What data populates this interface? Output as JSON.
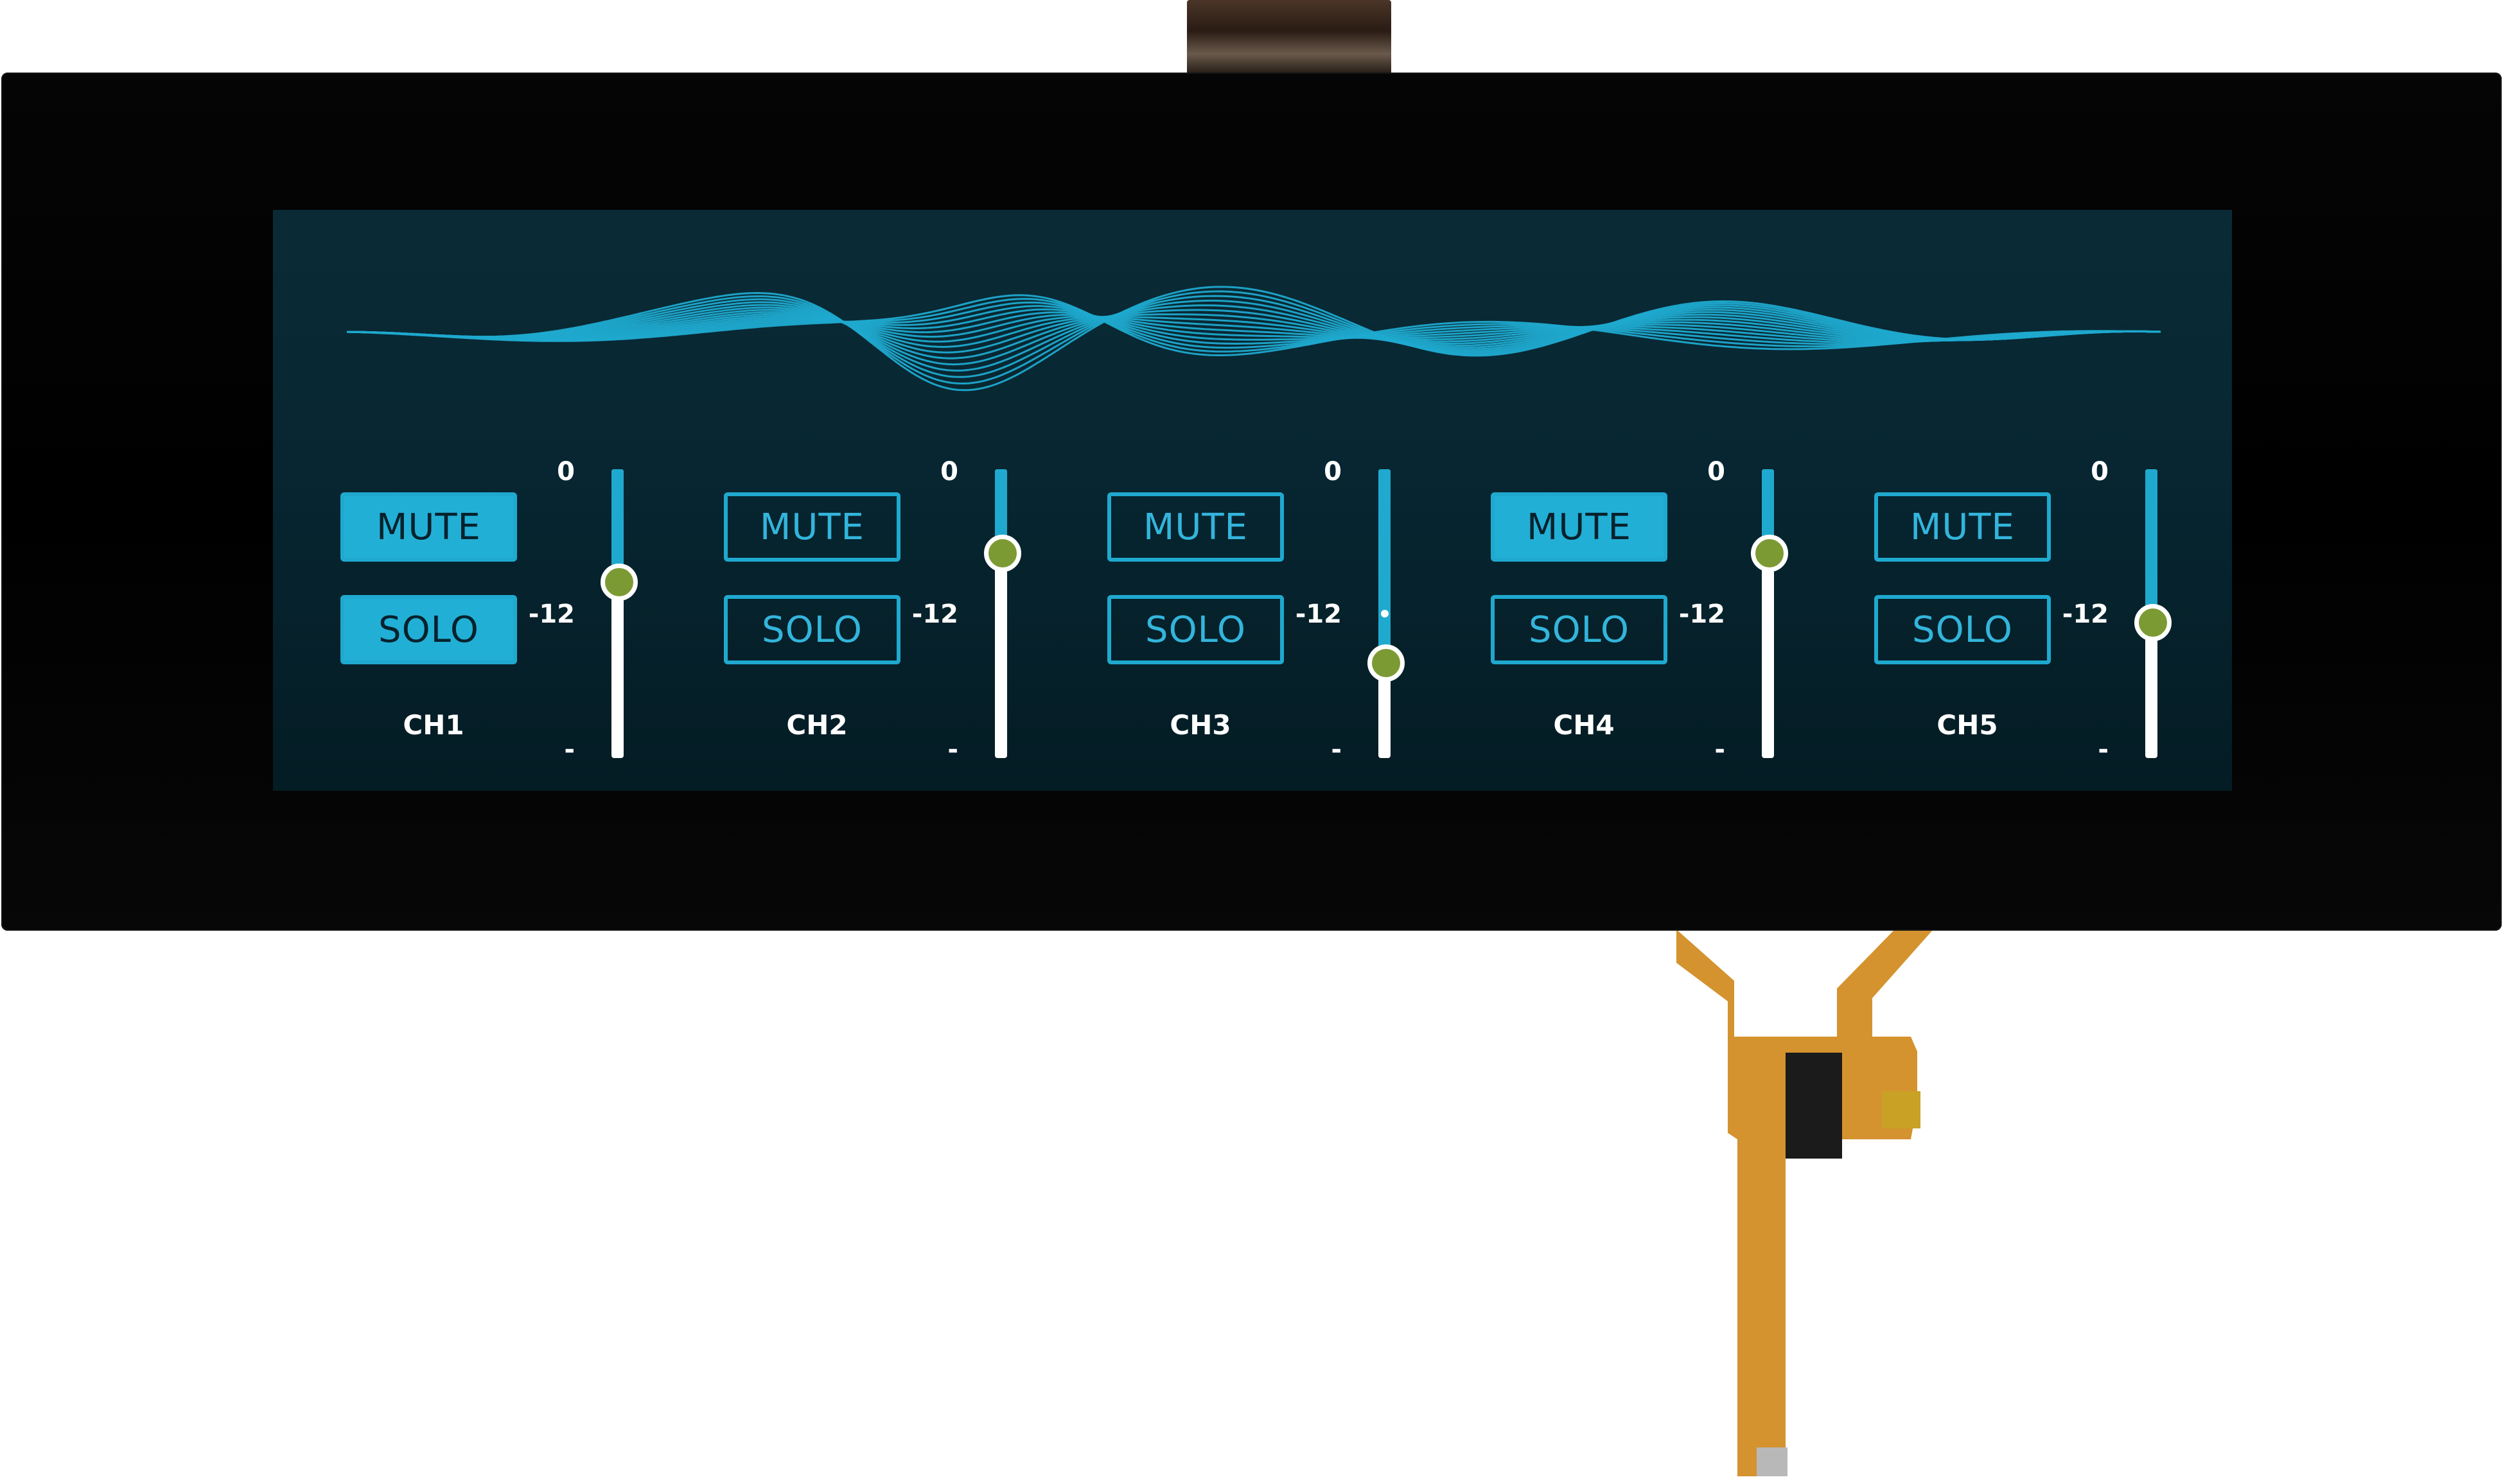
{
  "colors": {
    "accent": "#1fa9cf",
    "screen_bg": "#072631",
    "knob": "#7c9a33",
    "bezel": "#000000",
    "flex_cable": "#d08a1c"
  },
  "mixer": {
    "scale": {
      "top": "0",
      "mid": "-12",
      "bottom": "-"
    },
    "channels": [
      {
        "name": "CH1",
        "mute": "MUTE",
        "solo": "SOLO",
        "mute_active": true,
        "solo_active": true,
        "level": 0.61
      },
      {
        "name": "CH2",
        "mute": "MUTE",
        "solo": "SOLO",
        "mute_active": false,
        "solo_active": false,
        "level": 0.71
      },
      {
        "name": "CH3",
        "mute": "MUTE",
        "solo": "SOLO",
        "mute_active": false,
        "solo_active": false,
        "level": 0.33
      },
      {
        "name": "CH4",
        "mute": "MUTE",
        "solo": "SOLO",
        "mute_active": true,
        "solo_active": false,
        "level": 0.71
      },
      {
        "name": "CH5",
        "mute": "MUTE",
        "solo": "SOLO",
        "mute_active": false,
        "solo_active": false,
        "level": 0.47
      }
    ]
  }
}
